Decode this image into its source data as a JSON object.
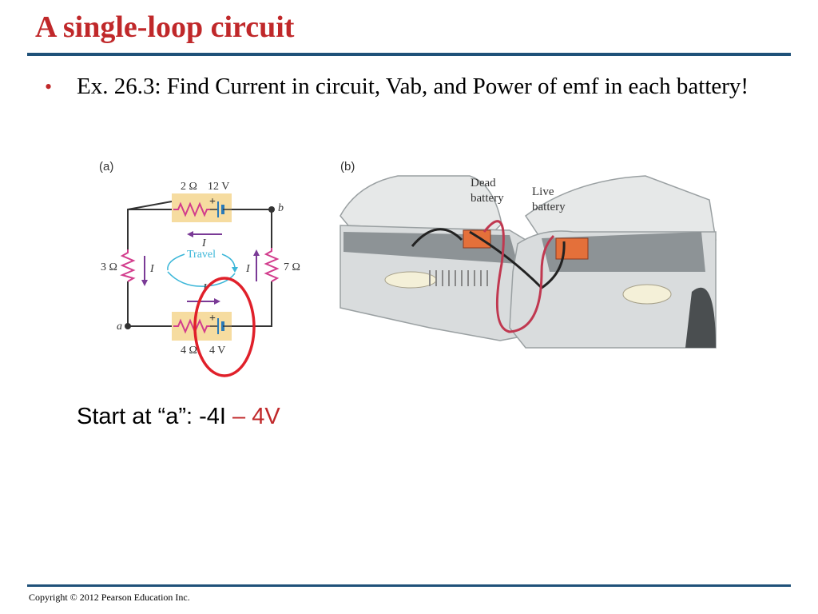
{
  "slide": {
    "title": "A single-loop circuit",
    "bullet": "Ex. 26.3:  Find Current in circuit, Vab, and Power of emf in each battery!",
    "start_prefix": "Start at “a”: -4I",
    "start_highlight": "– 4V",
    "copyright": "Copyright © 2012 Pearson Education Inc."
  },
  "figure_a": {
    "panel_label": "(a)",
    "top_resistor": "2 Ω",
    "top_emf": "12 V",
    "left_resistor": "3 Ω",
    "right_resistor": "7 Ω",
    "bottom_resistor": "4 Ω",
    "bottom_emf": "4 V",
    "node_a": "a",
    "node_b": "b",
    "current_label": "I",
    "travel_label": "Travel",
    "plus": "+"
  },
  "figure_b": {
    "panel_label": "(b)",
    "dead_battery": [
      "Dead",
      "battery"
    ],
    "live_battery": [
      "Live",
      "battery"
    ]
  },
  "colors": {
    "title_red": "#c0282a",
    "rule_blue": "#1f5179",
    "wire": "#333333",
    "resistor_magenta": "#d23c8c",
    "battery_blue": "#2a7ab8",
    "component_box": "#f6dca0",
    "current_arrow": "#7a3a96",
    "travel_cyan": "#3ab6d8",
    "annotation_circle": "#e0202a",
    "cable_red": "#c03850",
    "battery_orange": "#e4703a"
  }
}
